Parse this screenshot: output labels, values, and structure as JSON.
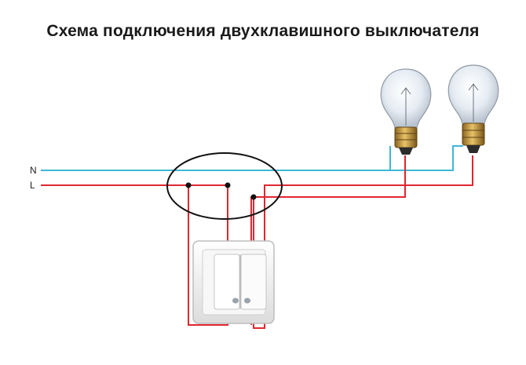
{
  "title": "Схема подключения двухклавишного выключателя",
  "wires": {
    "neutral": {
      "label": "N",
      "color": "#3fb6d6"
    },
    "line": {
      "label": "L",
      "color": "#e0272f"
    }
  },
  "colors": {
    "junction_ellipse": "#111111",
    "switch_body": "#f1f1f1",
    "bulb_glass": "#eef2f7",
    "bulb_base": "#c99a3a"
  },
  "components": {
    "junction_box": "junction-box-ellipse",
    "switch": "double-gang-switch",
    "lamps": [
      "light-bulb",
      "light-bulb"
    ]
  }
}
